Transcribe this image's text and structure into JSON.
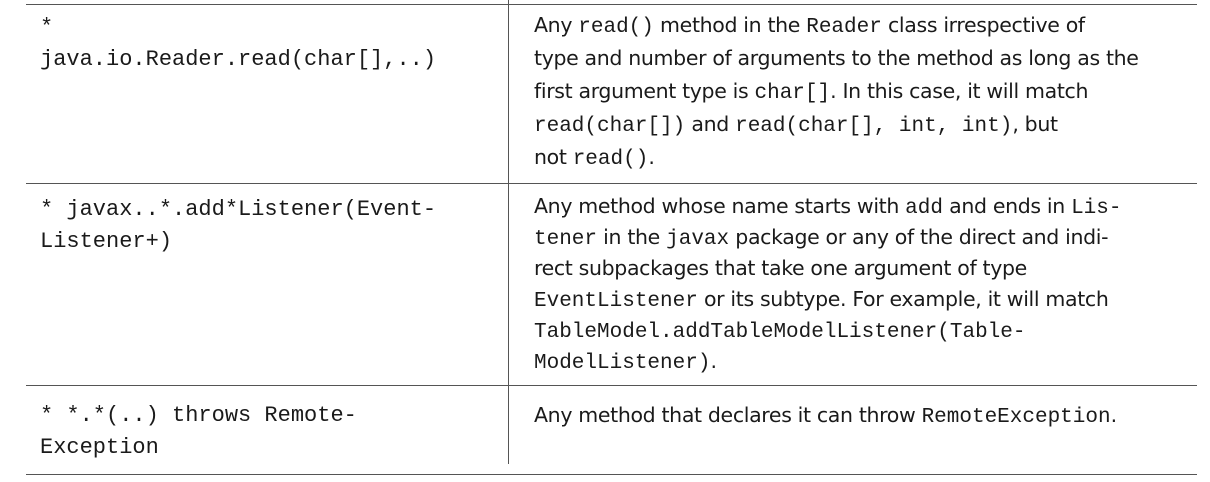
{
  "rows": [
    {
      "pattern": [
        "*",
        "java.io.Reader.read(char[],..)"
      ],
      "description": [
        [
          {
            "t": "Any "
          },
          {
            "c": "read()"
          },
          {
            "t": " method in the "
          },
          {
            "c": "Reader"
          },
          {
            "t": " class irrespective of"
          }
        ],
        [
          {
            "t": "type and number of arguments to the method as long as the"
          }
        ],
        [
          {
            "t": "first argument type is "
          },
          {
            "c": "char[]"
          },
          {
            "t": ". In this case, it will match"
          }
        ],
        [
          {
            "c": "read(char[])"
          },
          {
            "t": " and "
          },
          {
            "c": "read(char[], int, int)"
          },
          {
            "t": ", but"
          }
        ],
        [
          {
            "t": "not "
          },
          {
            "c": "read()"
          },
          {
            "t": "."
          }
        ]
      ]
    },
    {
      "pattern": [
        "* javax..*.add*Listener(Event-",
        "Listener+)"
      ],
      "description": [
        [
          {
            "t": "Any method whose name starts with "
          },
          {
            "c": "add"
          },
          {
            "t": " and ends in "
          },
          {
            "c": "Lis-"
          }
        ],
        [
          {
            "c": "tener"
          },
          {
            "t": " in the "
          },
          {
            "c": "javax"
          },
          {
            "t": " package or any of the direct and indi-"
          }
        ],
        [
          {
            "t": "rect subpackages that take one argument of type"
          }
        ],
        [
          {
            "c": "EventListener"
          },
          {
            "t": " or its subtype. For example, it will match"
          }
        ],
        [
          {
            "c": "TableModel.addTableModelListener(Table-"
          }
        ],
        [
          {
            "c": "ModelListener)"
          },
          {
            "t": "."
          }
        ]
      ]
    },
    {
      "pattern": [
        "* *.*(..) throws Remote-",
        "Exception"
      ],
      "description": [
        [
          {
            "t": "Any method that declares it can throw "
          },
          {
            "c": "RemoteException"
          },
          {
            "t": "."
          }
        ]
      ]
    }
  ]
}
